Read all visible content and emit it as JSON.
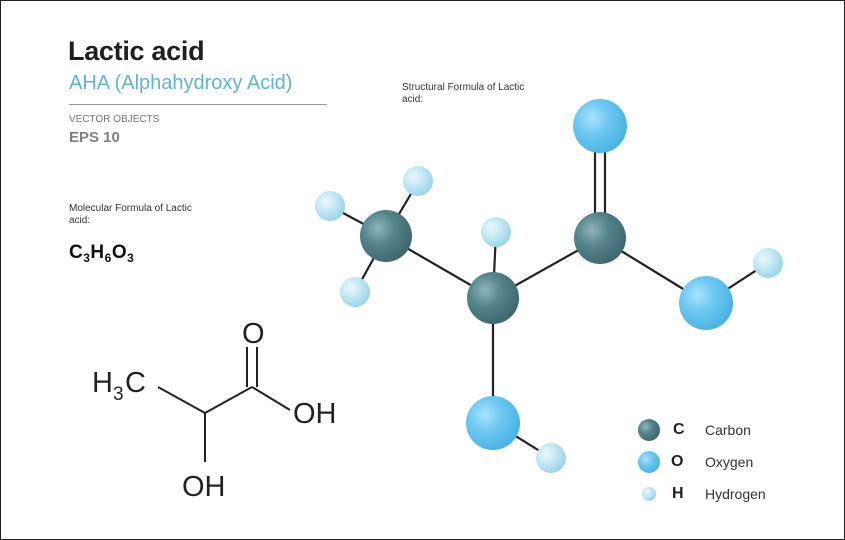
{
  "header": {
    "title": "Lactic acid",
    "subtitle": "AHA  (Alphahydroxy Acid)",
    "vector_label": "VECTOR OBJECTS",
    "eps_label": "EPS 10"
  },
  "molecular": {
    "label": "Molecular Formula of Lactic acid:",
    "formula_parts": [
      "C",
      "3",
      "H",
      "6",
      "O",
      "3"
    ]
  },
  "structural": {
    "label": "Structural  Formula of Lactic acid:"
  },
  "skeletal": {
    "h3c": "H",
    "h3c_sub": "3",
    "h3c_c": "C",
    "o_top": "O",
    "oh_right": "OH",
    "oh_bottom": "OH"
  },
  "legend": [
    {
      "symbol": "C",
      "name": "Carbon",
      "color": "#4f7e86"
    },
    {
      "symbol": "O",
      "name": "Oxygen",
      "color": "#5ec1ee"
    },
    {
      "symbol": "H",
      "name": "Hydrogen",
      "color": "#b3e2f0"
    }
  ],
  "colors": {
    "accent": "#5db4d3",
    "carbon": "#4f7e86",
    "oxygen": "#5ec1ee",
    "hydrogen": "#b3e2f0"
  }
}
